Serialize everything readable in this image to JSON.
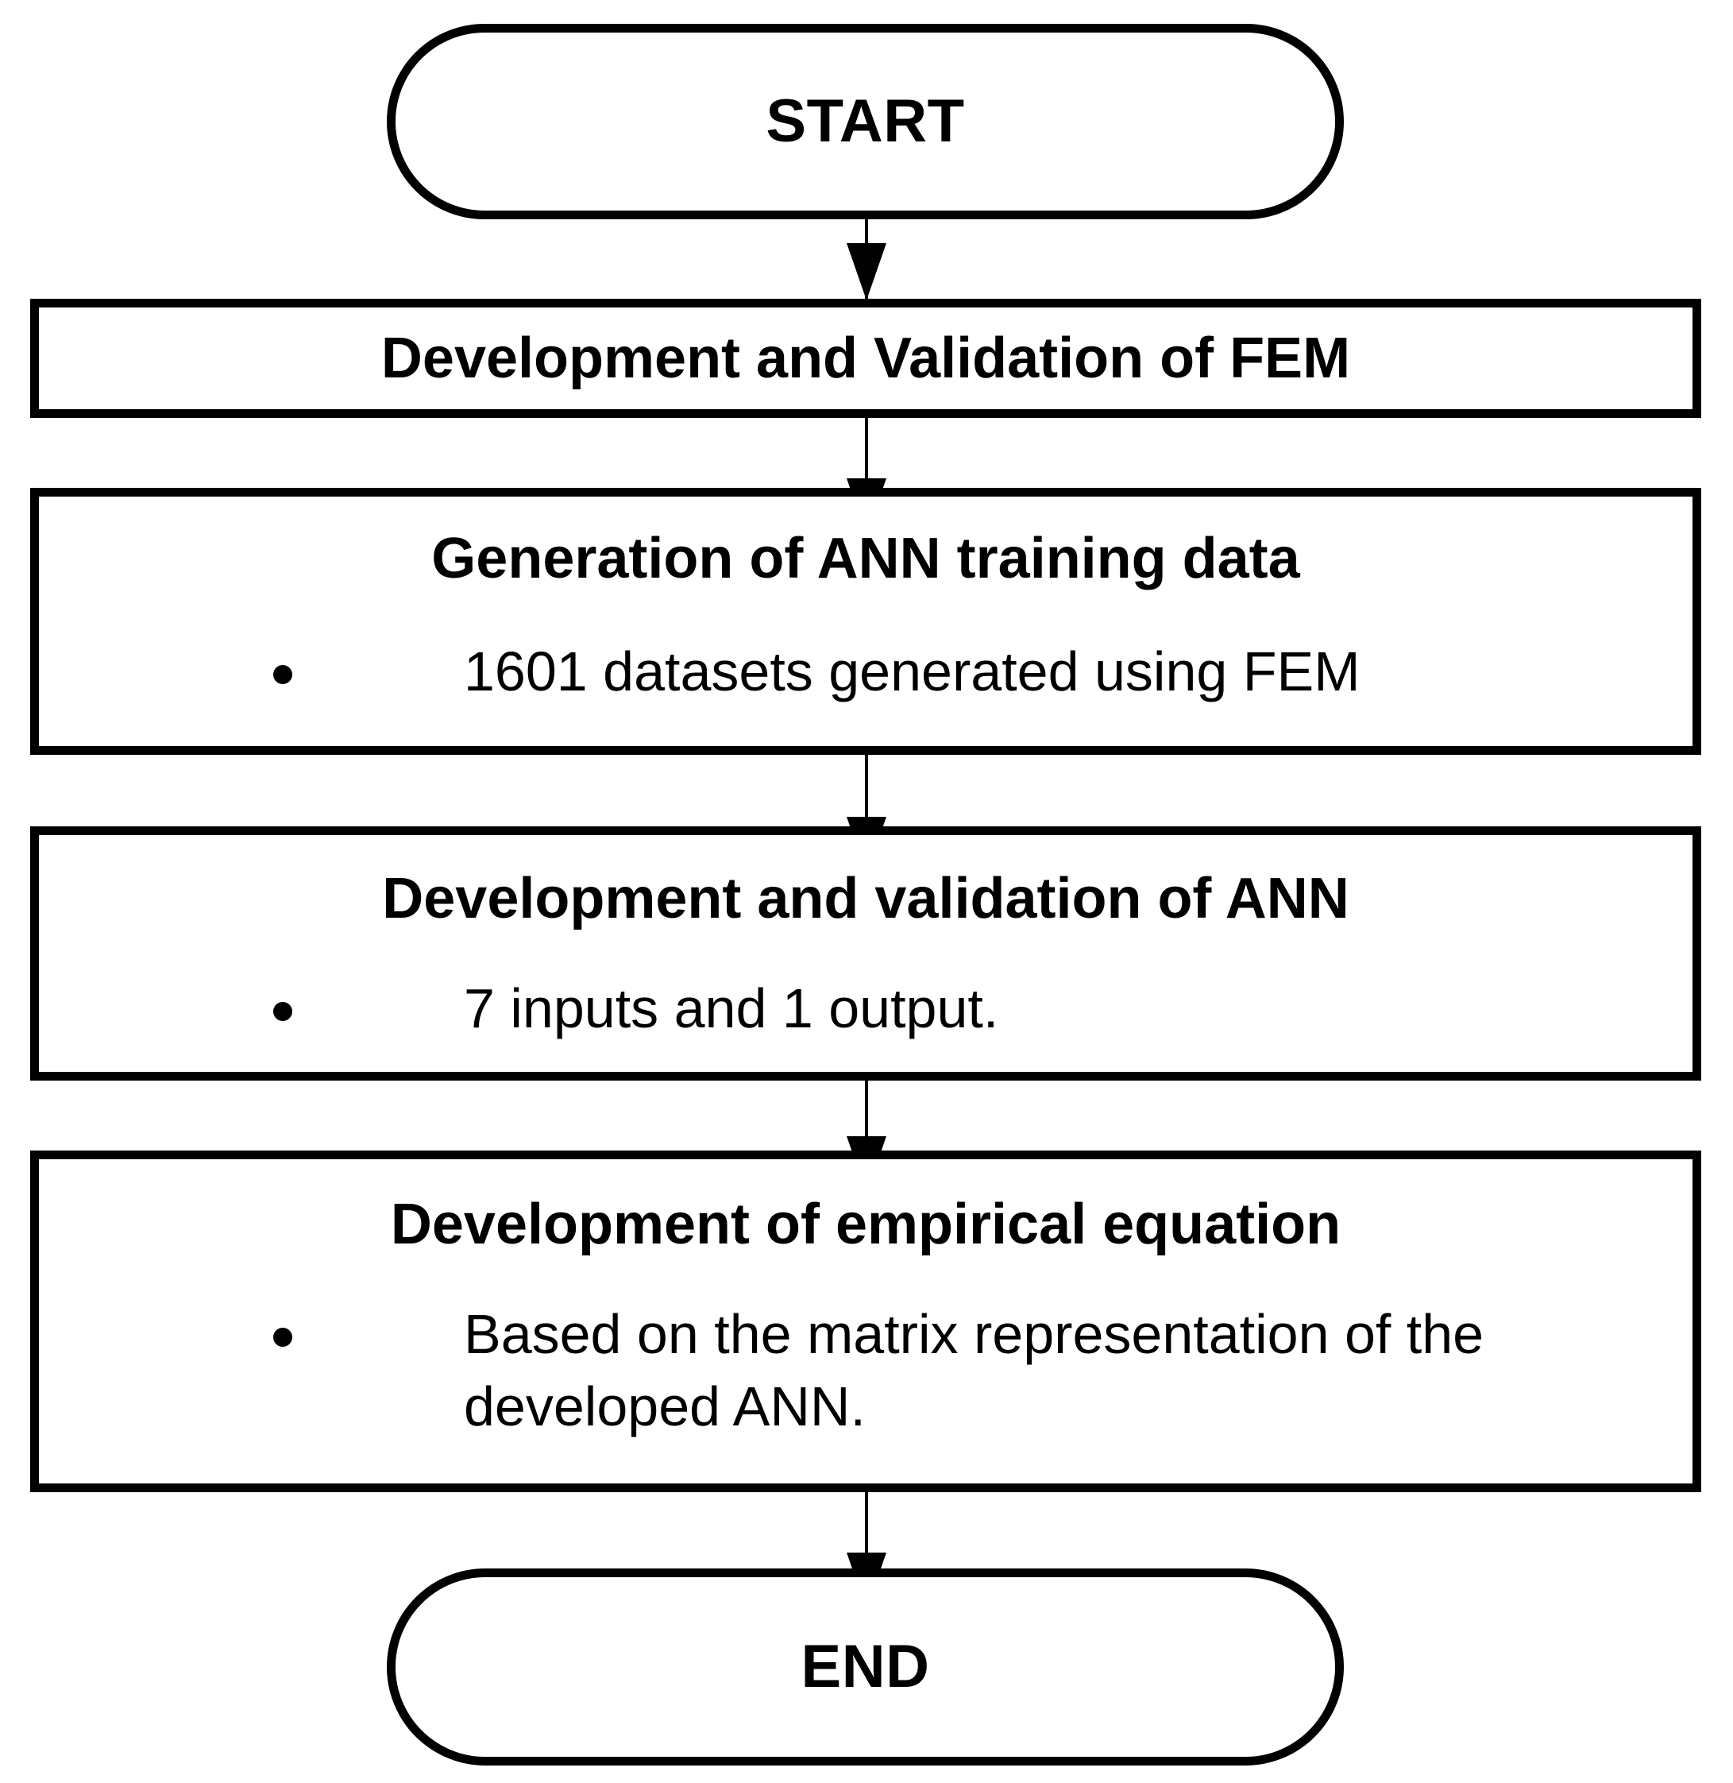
{
  "diagram": {
    "type": "flowchart",
    "orientation": "top-to-bottom",
    "stroke_color": "#000000",
    "fill_color": "#ffffff",
    "nodes": [
      {
        "id": "start",
        "shape": "terminator",
        "label": "START"
      },
      {
        "id": "fem",
        "shape": "process",
        "title": "Development and Validation of FEM",
        "bullets": []
      },
      {
        "id": "generation",
        "shape": "process",
        "title": "Generation of ANN training data",
        "bullets": [
          "1601 datasets generated using FEM"
        ]
      },
      {
        "id": "ann",
        "shape": "process",
        "title": "Development and validation of ANN",
        "bullets": [
          "7 inputs and 1 output."
        ]
      },
      {
        "id": "equation",
        "shape": "process",
        "title": "Development of empirical equation",
        "bullets": [
          "Based on the matrix representation of the developed ANN."
        ]
      },
      {
        "id": "end",
        "shape": "terminator",
        "label": "END"
      }
    ],
    "edges": [
      {
        "from": "start",
        "to": "fem",
        "style": "solid-arrow"
      },
      {
        "from": "fem",
        "to": "generation",
        "style": "solid-arrow"
      },
      {
        "from": "generation",
        "to": "ann",
        "style": "solid-arrow"
      },
      {
        "from": "ann",
        "to": "equation",
        "style": "solid-arrow"
      },
      {
        "from": "equation",
        "to": "end",
        "style": "solid-arrow"
      }
    ]
  }
}
